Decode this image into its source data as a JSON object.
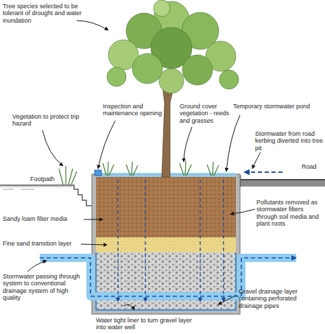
{
  "diagram": {
    "labels": [
      "Tree species selected to be tolerant of drought and water inundation",
      "Vegetation to protect trip hazard",
      "Inspection and maintenance opening",
      "Ground cover vegetation - reeds and grasses",
      "Temporary stormwater pond",
      "Stormwater from road kerbing diverted into tree pit",
      "Footpath",
      "Road",
      "Sandy loam filter media",
      "Pollutants removed as stormwater filters through soil media and plant roots",
      "Fine sand transition layer",
      "Stormwater passing through system to conventional drainage system of high quality",
      "Water tight liner to turn gravel layer into water well",
      "Gravel drainage layer containing perforated drainage pipes"
    ]
  }
}
